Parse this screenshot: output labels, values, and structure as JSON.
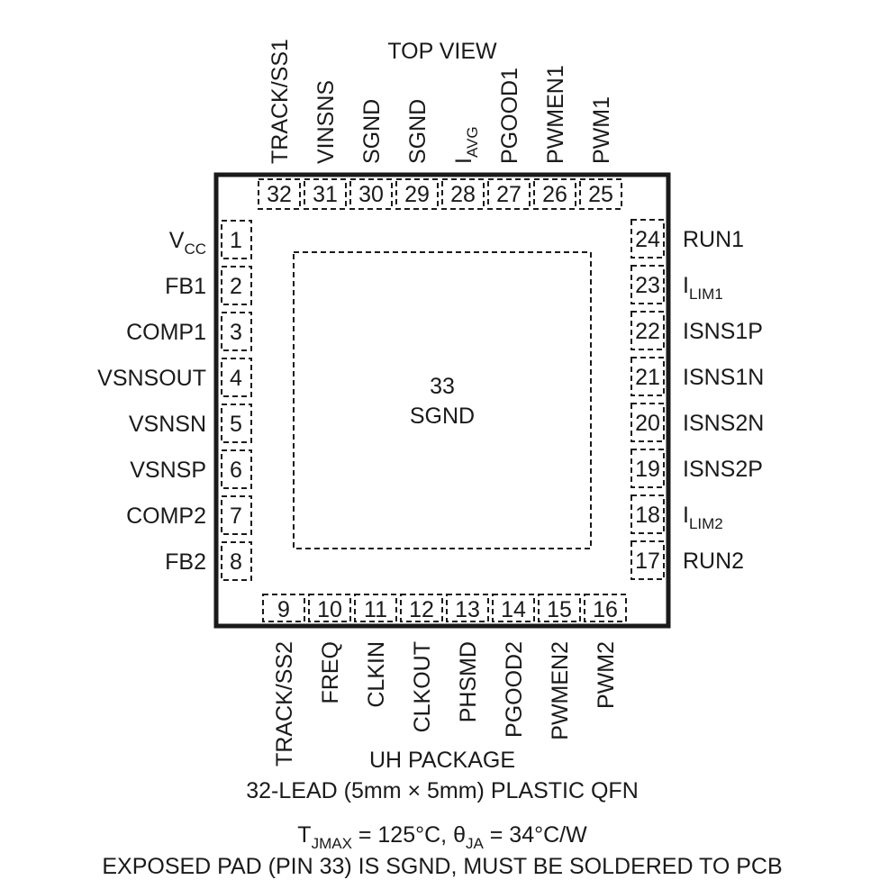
{
  "title": "TOP VIEW",
  "exposed_pad": {
    "number": "33",
    "name": "SGND"
  },
  "pins_left": [
    {
      "num": "1",
      "name": "V",
      "sub": "CC"
    },
    {
      "num": "2",
      "name": "FB1"
    },
    {
      "num": "3",
      "name": "COMP1"
    },
    {
      "num": "4",
      "name": "VSNSOUT"
    },
    {
      "num": "5",
      "name": "VSNSN"
    },
    {
      "num": "6",
      "name": "VSNSP"
    },
    {
      "num": "7",
      "name": "COMP2"
    },
    {
      "num": "8",
      "name": "FB2"
    }
  ],
  "pins_bottom": [
    {
      "num": "9",
      "name": "TRACK/SS2"
    },
    {
      "num": "10",
      "name": "FREQ"
    },
    {
      "num": "11",
      "name": "CLKIN"
    },
    {
      "num": "12",
      "name": "CLKOUT"
    },
    {
      "num": "13",
      "name": "PHSMD"
    },
    {
      "num": "14",
      "name": "PGOOD2"
    },
    {
      "num": "15",
      "name": "PWMEN2"
    },
    {
      "num": "16",
      "name": "PWM2"
    }
  ],
  "pins_right": [
    {
      "num": "17",
      "name": "RUN2"
    },
    {
      "num": "18",
      "name": "I",
      "sub": "LIM2"
    },
    {
      "num": "19",
      "name": "ISNS2P"
    },
    {
      "num": "20",
      "name": "ISNS2N"
    },
    {
      "num": "21",
      "name": "ISNS1N"
    },
    {
      "num": "22",
      "name": "ISNS1P"
    },
    {
      "num": "23",
      "name": "I",
      "sub": "LIM1"
    },
    {
      "num": "24",
      "name": "RUN1"
    }
  ],
  "pins_top": [
    {
      "num": "25",
      "name": "PWM1"
    },
    {
      "num": "26",
      "name": "PWMEN1"
    },
    {
      "num": "27",
      "name": "PGOOD1"
    },
    {
      "num": "28",
      "name": "I",
      "sub": "AVG"
    },
    {
      "num": "29",
      "name": "SGND"
    },
    {
      "num": "30",
      "name": "SGND"
    },
    {
      "num": "31",
      "name": "VINSNS"
    },
    {
      "num": "32",
      "name": "TRACK/SS1"
    }
  ],
  "package_name": "UH PACKAGE",
  "package_desc": "32-LEAD (5mm × 5mm) PLASTIC QFN",
  "thermal": {
    "t_symbol": "T",
    "t_sub": "JMAX",
    "t_value": " = 125°C, ",
    "theta_symbol": "θ",
    "theta_sub": "JA",
    "theta_value": " = 34°C/W"
  },
  "note": "EXPOSED PAD (PIN 33) IS SGND, MUST BE SOLDERED TO PCB"
}
